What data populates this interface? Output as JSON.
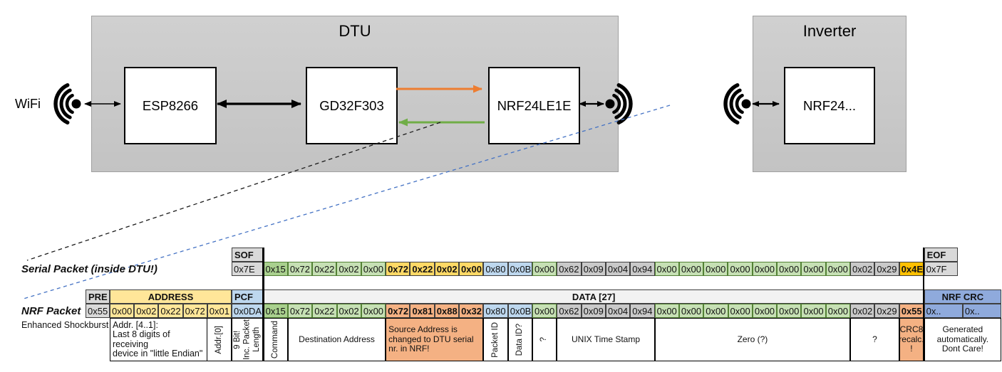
{
  "diagram": {
    "wifi_label": "WiFi",
    "dtu": {
      "title": "DTU",
      "components": [
        "ESP8266",
        "GD32F303",
        "NRF24LE1E"
      ]
    },
    "inverter": {
      "title": "Inverter",
      "components": [
        "NRF24..."
      ]
    }
  },
  "serial_packet": {
    "label": "Serial Packet (inside DTU!)",
    "sof": {
      "header": "SOF",
      "value": "0x7E"
    },
    "eof": {
      "header": "EOF",
      "value": "0x7F"
    },
    "bytes": [
      {
        "v": "0x15",
        "c": "gd"
      },
      {
        "v": "0x72",
        "c": "g"
      },
      {
        "v": "0x22",
        "c": "g"
      },
      {
        "v": "0x02",
        "c": "g"
      },
      {
        "v": "0x00",
        "c": "g"
      },
      {
        "v": "0x72",
        "c": "gold"
      },
      {
        "v": "0x22",
        "c": "gold"
      },
      {
        "v": "0x02",
        "c": "gold"
      },
      {
        "v": "0x00",
        "c": "gold"
      },
      {
        "v": "0x80",
        "c": "blu"
      },
      {
        "v": "0x0B",
        "c": "blu"
      },
      {
        "v": "0x00",
        "c": "g"
      },
      {
        "v": "0x62",
        "c": "gry"
      },
      {
        "v": "0x09",
        "c": "gry"
      },
      {
        "v": "0x04",
        "c": "gry"
      },
      {
        "v": "0x94",
        "c": "gry"
      },
      {
        "v": "0x00",
        "c": "g"
      },
      {
        "v": "0x00",
        "c": "g"
      },
      {
        "v": "0x00",
        "c": "g"
      },
      {
        "v": "0x00",
        "c": "g"
      },
      {
        "v": "0x00",
        "c": "g"
      },
      {
        "v": "0x00",
        "c": "g"
      },
      {
        "v": "0x00",
        "c": "g"
      },
      {
        "v": "0x00",
        "c": "g"
      },
      {
        "v": "0x02",
        "c": "gry"
      },
      {
        "v": "0x29",
        "c": "gry"
      },
      {
        "v": "0x4E",
        "c": "amb"
      }
    ]
  },
  "nrf_packet": {
    "label": "NRF Packet",
    "sublabel": "Enhanced Shockburst",
    "pre": {
      "header": "PRE",
      "value": "0x55"
    },
    "address": {
      "header": "ADDRESS",
      "values": [
        "0x00",
        "0x02",
        "0x22",
        "0x72",
        "0x01"
      ]
    },
    "pcf": {
      "header": "PCF",
      "value": "0x0DA"
    },
    "data_header": "DATA [27]",
    "crc": {
      "header": "NRF CRC",
      "values": [
        "0x..",
        "0x.."
      ]
    },
    "bytes": [
      {
        "v": "0x15",
        "c": "gd"
      },
      {
        "v": "0x72",
        "c": "g"
      },
      {
        "v": "0x22",
        "c": "g"
      },
      {
        "v": "0x02",
        "c": "g"
      },
      {
        "v": "0x00",
        "c": "g"
      },
      {
        "v": "0x72",
        "c": "sal"
      },
      {
        "v": "0x81",
        "c": "sal"
      },
      {
        "v": "0x88",
        "c": "sal"
      },
      {
        "v": "0x32",
        "c": "sal"
      },
      {
        "v": "0x80",
        "c": "blu"
      },
      {
        "v": "0x0B",
        "c": "blu"
      },
      {
        "v": "0x00",
        "c": "g"
      },
      {
        "v": "0x62",
        "c": "gry"
      },
      {
        "v": "0x09",
        "c": "gry"
      },
      {
        "v": "0x04",
        "c": "gry"
      },
      {
        "v": "0x94",
        "c": "gry"
      },
      {
        "v": "0x00",
        "c": "g"
      },
      {
        "v": "0x00",
        "c": "g"
      },
      {
        "v": "0x00",
        "c": "g"
      },
      {
        "v": "0x00",
        "c": "g"
      },
      {
        "v": "0x00",
        "c": "g"
      },
      {
        "v": "0x00",
        "c": "g"
      },
      {
        "v": "0x00",
        "c": "g"
      },
      {
        "v": "0x00",
        "c": "g"
      },
      {
        "v": "0x02",
        "c": "gry"
      },
      {
        "v": "0x29",
        "c": "gry"
      },
      {
        "v": "0x55",
        "c": "sal"
      }
    ],
    "annotations": {
      "address_main": "Addr. [4..1]:\nLast 8 digits of receiving\ndevice in \"little Endian\"",
      "address0": "Addr.[0]",
      "pcf": "9 Bit!\nInc. Packet\nLength",
      "data": [
        {
          "text": "Command",
          "span": 1,
          "vertical": true
        },
        {
          "text": "Destination Address",
          "span": 4
        },
        {
          "text": "Source Address is changed to DTU serial nr. in NRF!",
          "span": 4,
          "bg": "salmon",
          "align": "left"
        },
        {
          "text": "Packet ID",
          "span": 1,
          "vertical": true
        },
        {
          "text": "Data ID?",
          "span": 1,
          "vertical": true
        },
        {
          "text": "?",
          "span": 1,
          "vertical": true
        },
        {
          "text": "UNIX Time Stamp",
          "span": 4
        },
        {
          "text": "Zero (?)",
          "span": 8
        },
        {
          "text": "?",
          "span": 2
        },
        {
          "text": "CRC8 recalc. !",
          "span": 1,
          "bg": "salmon"
        }
      ],
      "crc": "Generated\nautomatically.\nDont Care!"
    }
  },
  "colors": {
    "arrow_orange": "#ED7D31",
    "arrow_green": "#70AD47",
    "dashed_blue": "#4472C4",
    "panel_gray": "#C9C9C9",
    "cell_green": "#C6E0B4",
    "cell_green_dark": "#A9D08E",
    "cell_yellow": "#FFE699",
    "cell_gold": "#FFD966",
    "cell_salmon": "#F4B183",
    "cell_blue": "#BDD7EE",
    "cell_crc_blue": "#8FAADC",
    "cell_gray": "#C9C9C9",
    "header_gray": "#D9D9D9",
    "data_header_gray": "#F2F2F2",
    "cell_amber": "#FFC000"
  }
}
